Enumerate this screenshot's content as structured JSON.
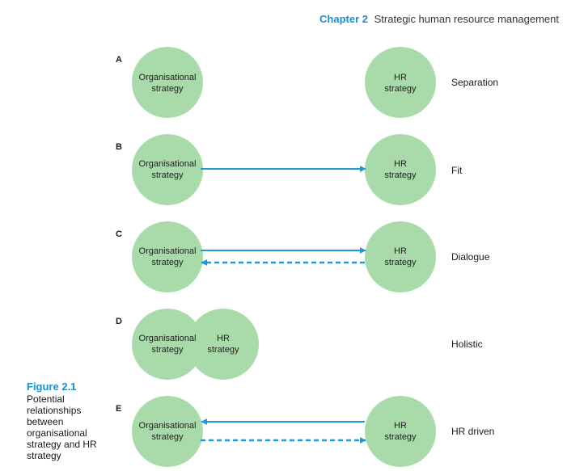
{
  "header": {
    "chapter": "Chapter 2",
    "title": "Strategic human resource management"
  },
  "caption": {
    "figure": "Figure 2.1",
    "text": "Potential relationships between organisational strategy and HR strategy"
  },
  "rows": {
    "a": {
      "letter": "A",
      "org_line1": "Organisational",
      "org_line2": "strategy",
      "hr_line1": "HR",
      "hr_line2": "strategy",
      "label": "Separation"
    },
    "b": {
      "letter": "B",
      "org_line1": "Organisational",
      "org_line2": "strategy",
      "hr_line1": "HR",
      "hr_line2": "strategy",
      "label": "Fit"
    },
    "c": {
      "letter": "C",
      "org_line1": "Organisational",
      "org_line2": "strategy",
      "hr_line1": "HR",
      "hr_line2": "strategy",
      "label": "Dialogue"
    },
    "d": {
      "letter": "D",
      "org_line1": "Organisational",
      "org_line2": "strategy",
      "hr_line1": "HR",
      "hr_line2": "strategy",
      "label": "Holistic"
    },
    "e": {
      "letter": "E",
      "org_line1": "Organisational",
      "org_line2": "strategy",
      "hr_line1": "HR",
      "hr_line2": "strategy",
      "label": "HR driven"
    }
  },
  "colors": {
    "circle": "#a9dbaa",
    "arrow": "#1a9ad6",
    "accent": "#1a8fd0"
  }
}
